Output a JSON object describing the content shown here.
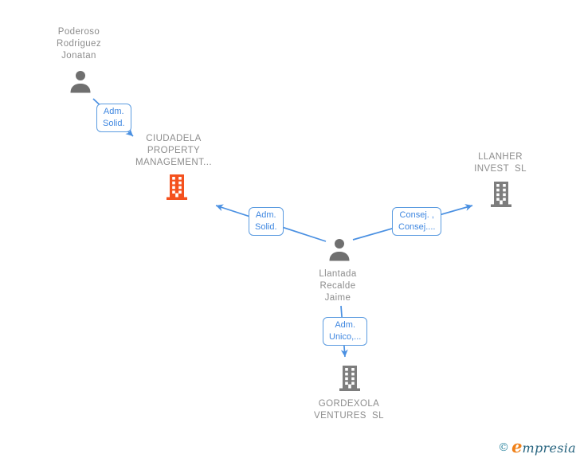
{
  "nodes": {
    "poderoso": {
      "label": "Poderoso\nRodriguez\nJonatan",
      "type": "person"
    },
    "ciudadela": {
      "label": "CIUDADELA\nPROPERTY\nMANAGEMENT...",
      "type": "company",
      "highlight_color": "#f4511e"
    },
    "llanher": {
      "label": "LLANHER\nINVEST  SL",
      "type": "company"
    },
    "llantada": {
      "label": "Llantada\nRecalde\nJaime",
      "type": "person"
    },
    "gordexola": {
      "label": "GORDEXOLA\nVENTURES  SL",
      "type": "company"
    }
  },
  "edges": [
    {
      "from": "poderoso",
      "to": "ciudadela",
      "label": "Adm.\nSolid."
    },
    {
      "from": "llantada",
      "to": "ciudadela",
      "label": "Adm.\nSolid."
    },
    {
      "from": "llantada",
      "to": "llanher",
      "label": "Consej. ,\nConsej...."
    },
    {
      "from": "llantada",
      "to": "gordexola",
      "label": "Adm.\nUnico,..."
    }
  ],
  "footer": {
    "copyright": "©",
    "brand_e": "e",
    "brand_rest": "mpresia"
  },
  "colors": {
    "edge_blue": "#4a90e2",
    "edge_box_border": "#5b9be0",
    "node_text_gray": "#8d8d8d",
    "person_icon_gray": "#6f6f6f",
    "company_icon_gray": "#7d7d7d",
    "company_icon_orange": "#f4511e",
    "logo_orange": "#f08119",
    "logo_teal": "#27647f"
  }
}
